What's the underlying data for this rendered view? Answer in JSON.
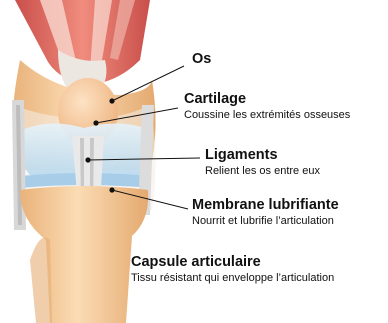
{
  "labels": {
    "os": {
      "title": "Os"
    },
    "cartilage": {
      "title": "Cartilage",
      "desc": "Coussine les extrémités osseuses"
    },
    "ligaments": {
      "title": "Ligaments",
      "desc": "Relient les os entre eux"
    },
    "membrane": {
      "title": "Membrane lubrifiante",
      "desc": "Nourrit et lubrifie l’articulation"
    },
    "capsule": {
      "title": "Capsule articulaire",
      "desc": "Tissu résistant qui enveloppe l’articulation"
    }
  },
  "colors": {
    "bone": "#f6cf9f",
    "bone_shadow": "#e6ad73",
    "muscle": "#d9645d",
    "tendon": "#e8e2dc",
    "cartilage": "#cfe6f4",
    "ligament": "#dcdcdc",
    "capsule": "#f2ebe3"
  }
}
